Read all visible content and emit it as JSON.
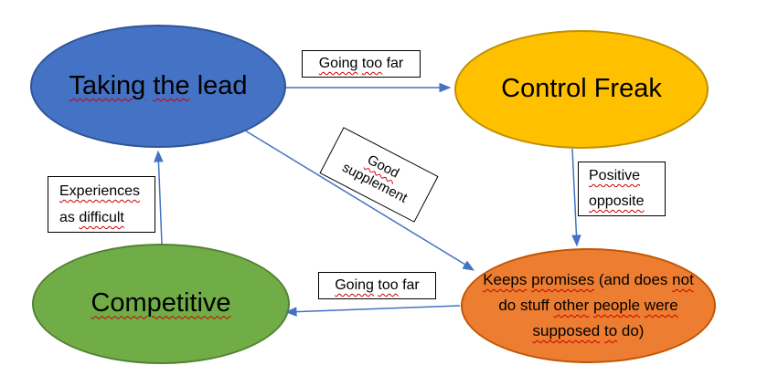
{
  "nodes": {
    "taking_the_lead": {
      "fill": "#4472C4",
      "border": "#2F5597",
      "lines": [
        [
          {
            "t": "Taking",
            "sq": true
          },
          {
            "t": " ",
            "sq": false
          },
          {
            "t": "the",
            "sq": true
          },
          {
            "t": " lead",
            "sq": false
          }
        ]
      ]
    },
    "control_freak": {
      "fill": "#FFC000",
      "border": "#BF9000",
      "lines": [
        [
          {
            "t": "Control Freak",
            "sq": false
          }
        ]
      ]
    },
    "competitive": {
      "fill": "#70AD47",
      "border": "#548235",
      "lines": [
        [
          {
            "t": "Competitive",
            "sq": true
          }
        ]
      ]
    },
    "keeps_promises": {
      "fill": "#ED7D31",
      "border": "#C05605",
      "lines": [
        [
          {
            "t": "Keeps",
            "sq": true
          },
          {
            "t": " ",
            "sq": false
          },
          {
            "t": "promises",
            "sq": true
          },
          {
            "t": " (and does ",
            "sq": false
          },
          {
            "t": "not",
            "sq": true
          }
        ],
        [
          {
            "t": "do stuff ",
            "sq": false
          },
          {
            "t": "other",
            "sq": true
          },
          {
            "t": " ",
            "sq": false
          },
          {
            "t": "people",
            "sq": true
          },
          {
            "t": " ",
            "sq": false
          },
          {
            "t": "were",
            "sq": true
          }
        ],
        [
          {
            "t": "supposed",
            "sq": true
          },
          {
            "t": " ",
            "sq": false
          },
          {
            "t": "to",
            "sq": true
          },
          {
            "t": " do)",
            "sq": false
          }
        ]
      ]
    }
  },
  "labels": {
    "going_too_far_top": {
      "lines": [
        [
          {
            "t": "Going",
            "sq": true
          },
          {
            "t": " ",
            "sq": false
          },
          {
            "t": "too",
            "sq": true
          },
          {
            "t": " far",
            "sq": false
          }
        ]
      ]
    },
    "good_supplement": {
      "lines": [
        [
          {
            "t": "Good",
            "sq": true
          }
        ],
        [
          {
            "t": "supplement",
            "sq": false
          }
        ]
      ]
    },
    "positive_opposite": {
      "lines": [
        [
          {
            "t": "Positive",
            "sq": true
          }
        ],
        [
          {
            "t": "opposite",
            "sq": true
          }
        ]
      ]
    },
    "experiences_as_difficult": {
      "lines": [
        [
          {
            "t": "Experiences",
            "sq": true
          }
        ],
        [
          {
            "t": "as ",
            "sq": false
          },
          {
            "t": "difficult",
            "sq": true
          }
        ]
      ]
    },
    "going_too_far_bottom": {
      "lines": [
        [
          {
            "t": "Going",
            "sq": true
          },
          {
            "t": " ",
            "sq": false
          },
          {
            "t": "too",
            "sq": true
          },
          {
            "t": " far",
            "sq": false
          }
        ]
      ]
    }
  },
  "arrows": {
    "color": "#4472C4"
  },
  "spellcheck_color": "#CC0000",
  "background_color": "#FFFFFF"
}
